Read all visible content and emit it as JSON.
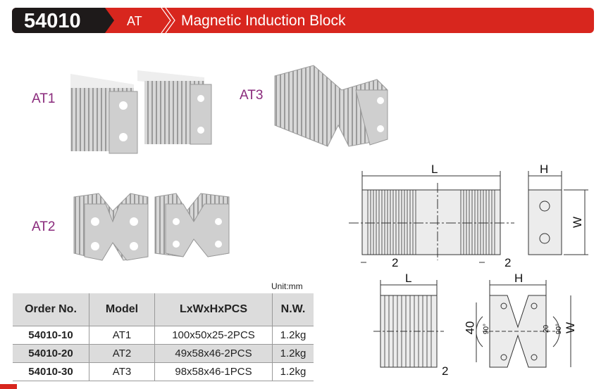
{
  "header": {
    "code": "54010",
    "series": "AT",
    "title": "Magnetic Induction Block"
  },
  "products": [
    {
      "label": "AT1"
    },
    {
      "label": "AT2"
    },
    {
      "label": "AT3"
    }
  ],
  "table": {
    "unit": "Unit:mm",
    "columns": [
      "Order No.",
      "Model",
      "LxWxHxPCS",
      "N.W."
    ],
    "rows": [
      [
        "54010-10",
        "AT1",
        "100x50x25-2PCS",
        "1.2kg"
      ],
      [
        "54010-20",
        "AT2",
        "49x58x46-2PCS",
        "1.2kg"
      ],
      [
        "54010-30",
        "AT3",
        "98x58x46-1PCS",
        "1.2kg"
      ]
    ]
  },
  "drawings": {
    "top_L": "L",
    "top_H": "H",
    "top_W": "W",
    "top_gap_left": "2",
    "top_gap_right": "2",
    "bot_L": "L",
    "bot_gap": "2",
    "bot_H": "H",
    "bot_W": "W",
    "bot_height": "40",
    "angle_left": "90°",
    "angle_right": "90°",
    "inner": "20"
  },
  "colors": {
    "brand_red": "#d8261e",
    "dark": "#1e1a1a",
    "label_purple": "#8a2a7c"
  }
}
